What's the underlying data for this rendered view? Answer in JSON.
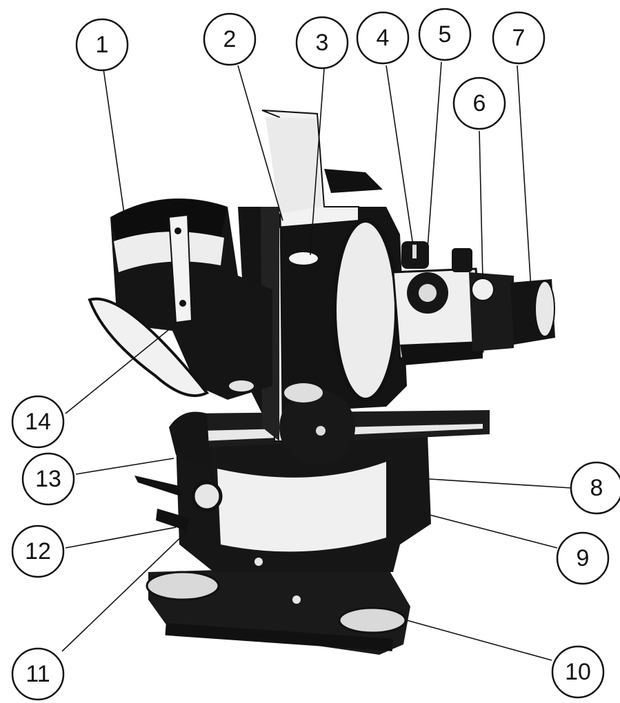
{
  "figure": {
    "subject": "surveying instrument (theodolite) with numbered part callouts",
    "ink_color": "#111111",
    "paper_color": "#ffffff"
  },
  "callouts": [
    {
      "label": "1"
    },
    {
      "label": "2"
    },
    {
      "label": "3"
    },
    {
      "label": "4"
    },
    {
      "label": "5"
    },
    {
      "label": "6"
    },
    {
      "label": "7"
    },
    {
      "label": "8"
    },
    {
      "label": "9"
    },
    {
      "label": "10"
    },
    {
      "label": "11"
    },
    {
      "label": "12"
    },
    {
      "label": "13"
    },
    {
      "label": "14"
    }
  ]
}
